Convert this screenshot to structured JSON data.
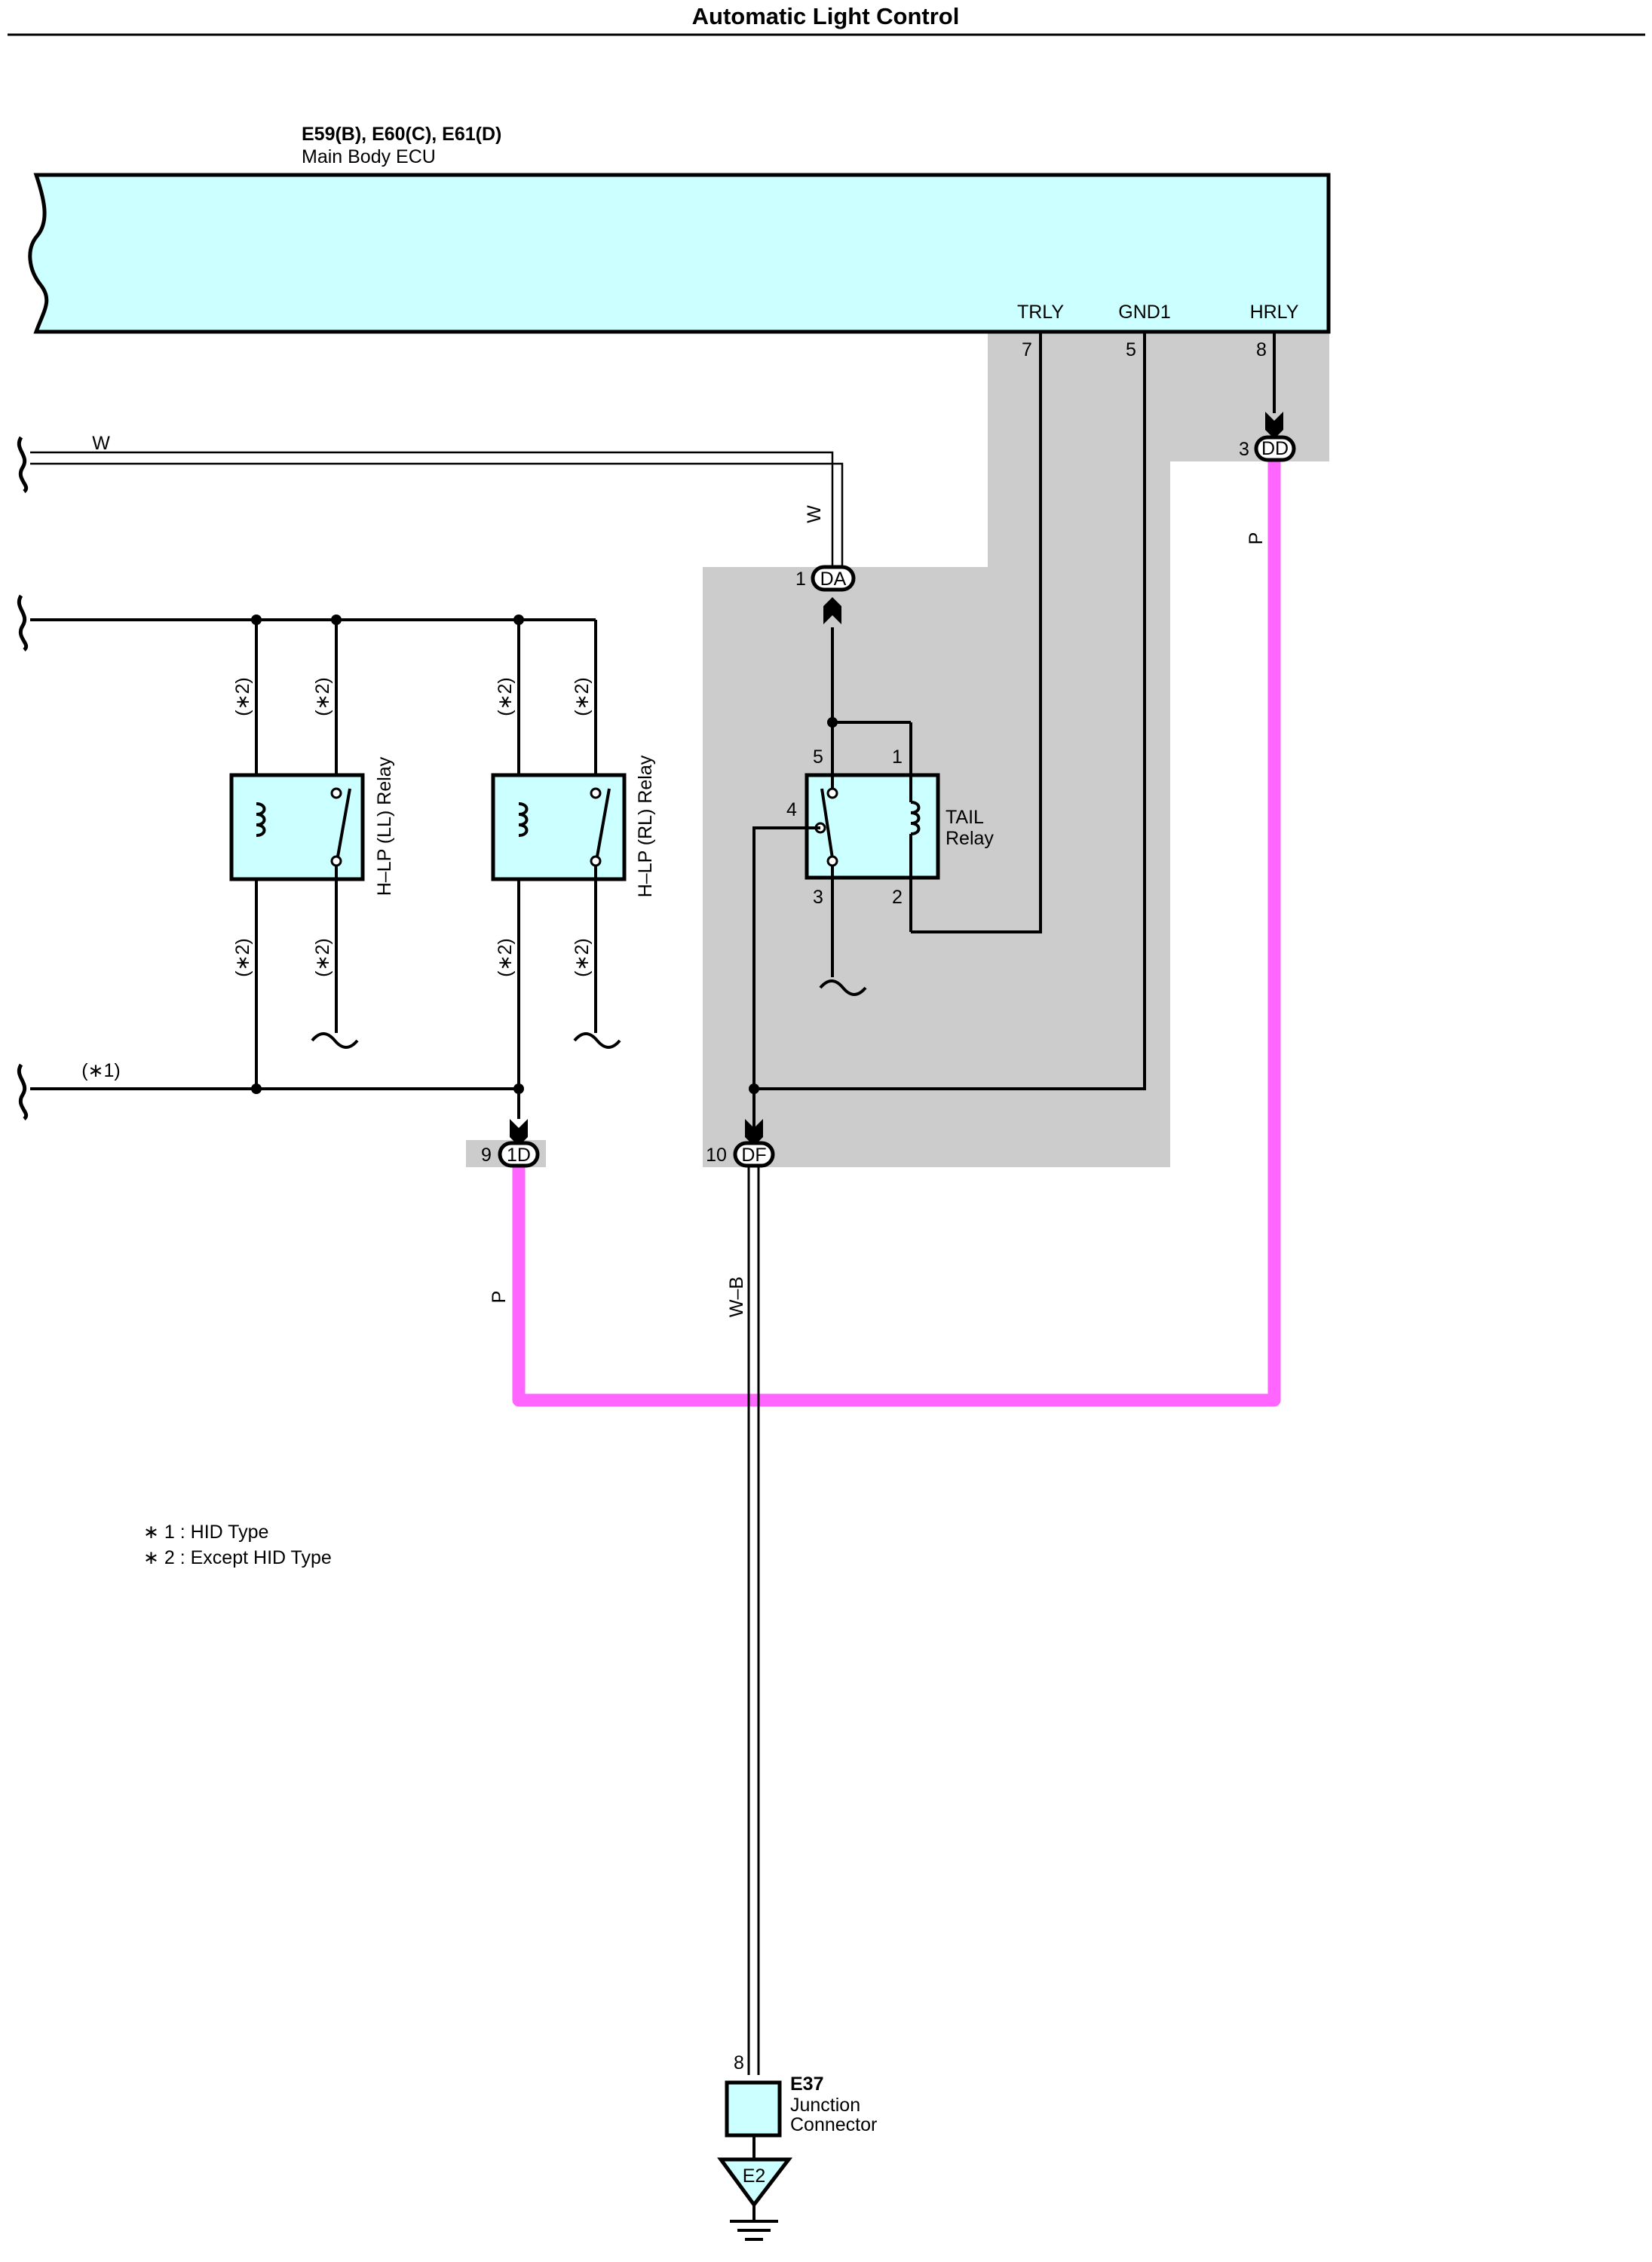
{
  "title": "Automatic Light Control",
  "ecu": {
    "id": "E59(B), E60(C), E61(D)",
    "name": "Main Body ECU",
    "terminals": [
      {
        "name": "TRLY",
        "pin": "7"
      },
      {
        "name": "GND1",
        "pin": "5"
      },
      {
        "name": "HRLY",
        "pin": "8"
      }
    ]
  },
  "connectors": {
    "dd": {
      "code": "DD",
      "pin": "3"
    },
    "da": {
      "code": "DA",
      "pin": "1"
    },
    "one_d": {
      "code": "1D",
      "pin": "9"
    },
    "df": {
      "code": "DF",
      "pin": "10"
    }
  },
  "wire_colors": {
    "white": "W",
    "pink": "P",
    "white_black": "W–B"
  },
  "relays": {
    "hlp_ll": {
      "label": "H–LP (LL) Relay"
    },
    "hlp_rl": {
      "label": "H–LP (RL) Relay"
    },
    "tail": {
      "label_line1": "TAIL",
      "label_line2": "Relay",
      "pins": [
        "5",
        "1",
        "4",
        "3",
        "2"
      ]
    }
  },
  "condition_tags": {
    "hid": "(∗1)",
    "except_hid": "(∗2)"
  },
  "junction": {
    "id": "E37",
    "name_line1": "Junction",
    "name_line2": "Connector",
    "pin": "8"
  },
  "ground": {
    "label": "E2"
  },
  "notes": [
    "∗ 1 : HID Type",
    "∗ 2 : Except HID Type"
  ],
  "colors": {
    "ecu_fill": "#ccffff",
    "relay_fill": "#ccffff",
    "shade": "#cccccc",
    "pink_wire": "#ff66ff"
  }
}
